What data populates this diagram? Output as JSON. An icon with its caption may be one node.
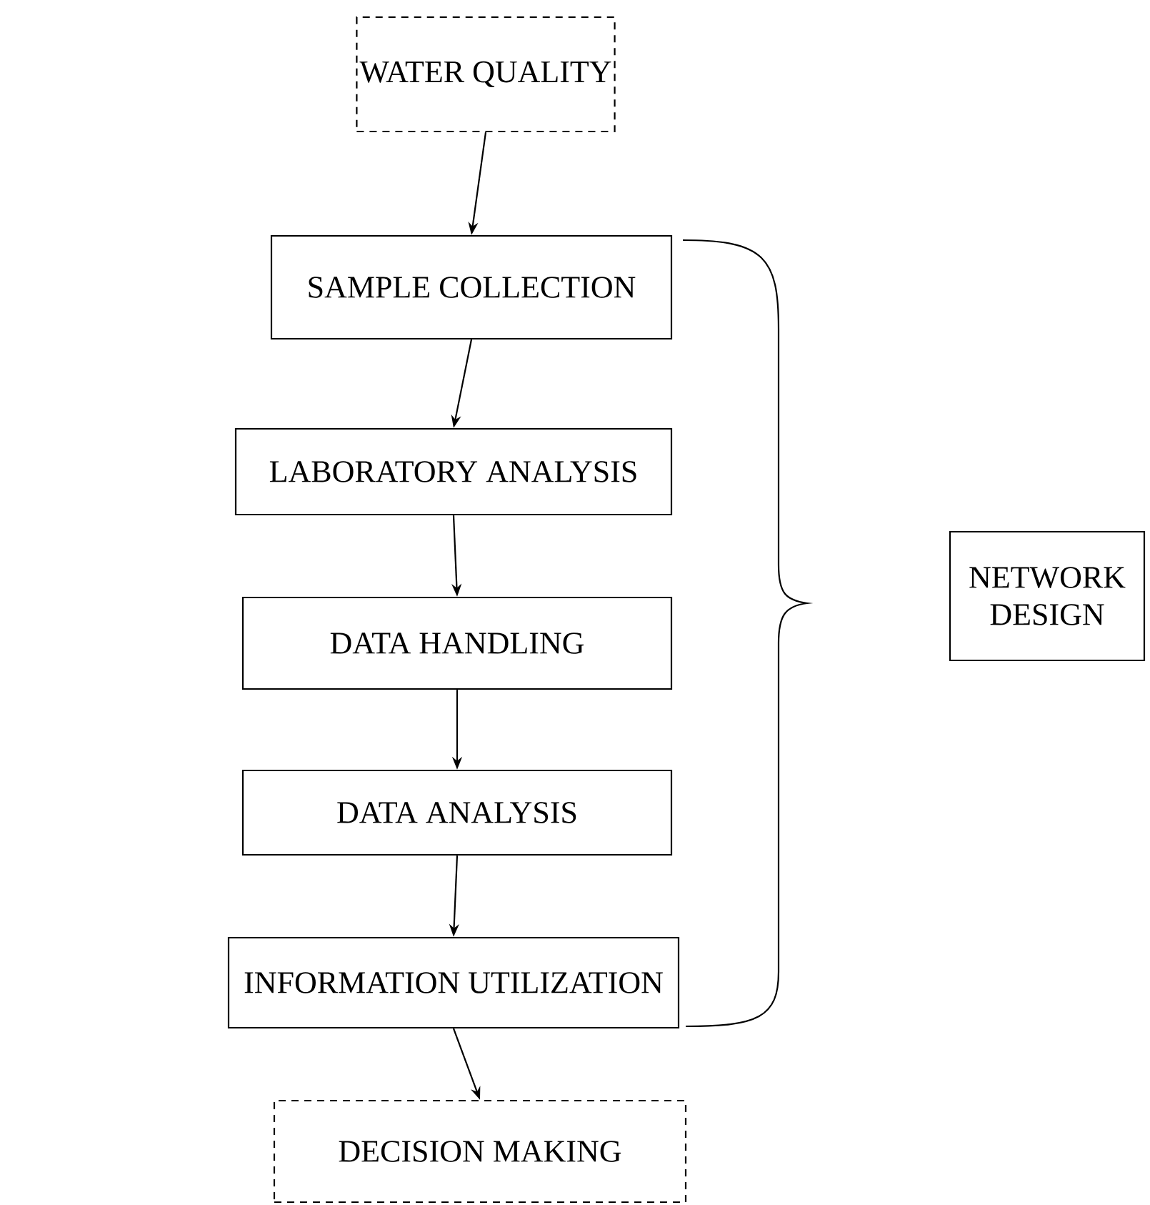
{
  "diagram": {
    "nodes": [
      {
        "text": [
          "WATER QUALITY"
        ]
      },
      {
        "text": [
          "SAMPLE COLLECTION"
        ]
      },
      {
        "text": [
          "LABORATORY ANALYSIS"
        ]
      },
      {
        "text": [
          "DATA HANDLING"
        ]
      },
      {
        "text": [
          "DATA ANALYSIS"
        ]
      },
      {
        "text": [
          "INFORMATION UTILIZATION"
        ]
      },
      {
        "text": [
          "DECISION MAKING"
        ]
      },
      {
        "text": [
          "NETWORK DESIGN"
        ]
      }
    ],
    "edges": [
      {
        "from": 0,
        "to": 1,
        "arrow": "to"
      },
      {
        "from": 1,
        "to": 2,
        "arrow": "to"
      },
      {
        "from": 2,
        "to": 3,
        "arrow": "to"
      },
      {
        "from": 3,
        "to": 4,
        "arrow": "to"
      },
      {
        "from": 4,
        "to": 5,
        "arrow": "to"
      },
      {
        "from": 5,
        "to": 6,
        "arrow": "to"
      }
    ]
  }
}
